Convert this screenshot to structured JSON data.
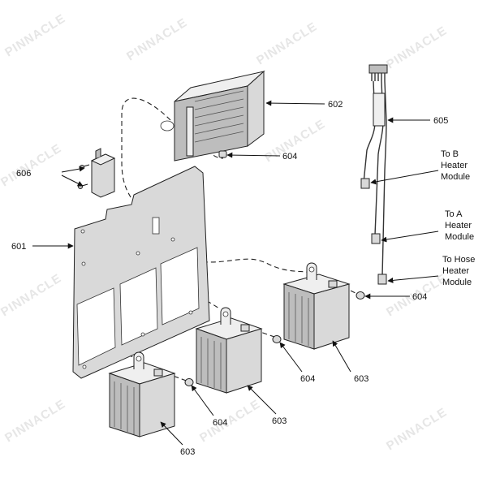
{
  "watermark": {
    "brand_text": "PINNACLE"
  },
  "callouts": {
    "c601": "601",
    "c602": "602",
    "c603a": "603",
    "c603b": "603",
    "c603c": "603",
    "c604a": "604",
    "c604b": "604",
    "c604c": "604",
    "c604d": "604",
    "c605": "605",
    "c606": "606"
  },
  "harness_labels": {
    "b_line1": "To B",
    "b_line2": "Heater",
    "b_line3": "Module",
    "a_line1": "To A",
    "a_line2": "Heater",
    "a_line3": "Module",
    "hose_line1": "To Hose",
    "hose_line2": "Heater",
    "hose_line3": "Module"
  },
  "colors": {
    "line": "#111111",
    "part_fill": "#d9d9d9",
    "watermark": "#e6e6e6"
  }
}
